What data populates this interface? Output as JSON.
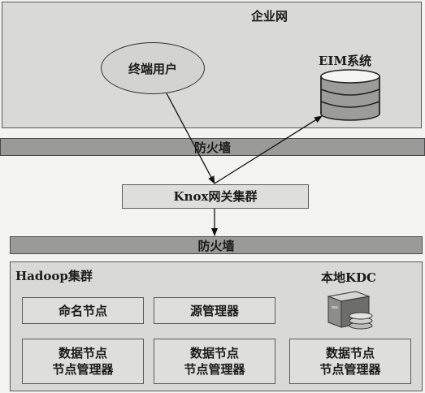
{
  "enterprise_zone": {
    "label": "企业网"
  },
  "end_user": {
    "label": "终端用户"
  },
  "eim_system": {
    "label": "EIM系统"
  },
  "firewall_top": {
    "label": "防火墙"
  },
  "knox_gateway": {
    "label": "Knox网关集群"
  },
  "firewall_bottom": {
    "label": "防火墙"
  },
  "hadoop_cluster": {
    "label": "Hadoop集群",
    "local_kdc": "本地KDC",
    "name_node": "命名节点",
    "resource_manager": "源管理器",
    "data_nodes": [
      "数据节点\n节点管理器",
      "数据节点\n节点管理器",
      "数据节点\n节点管理器"
    ]
  }
}
